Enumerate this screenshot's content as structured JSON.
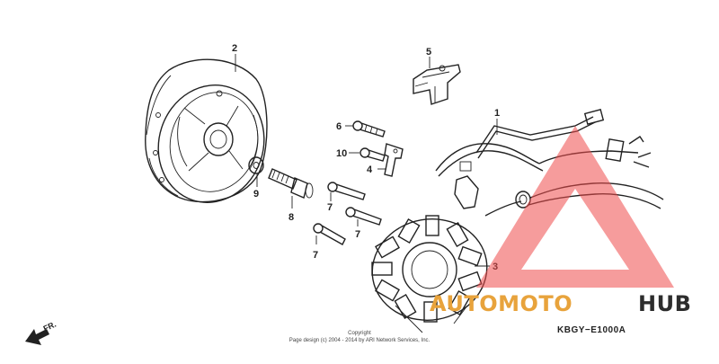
{
  "callouts": {
    "c1": "1",
    "c2": "2",
    "c3": "3",
    "c4": "4",
    "c5": "5",
    "c6": "6",
    "c7a": "7",
    "c7b": "7",
    "c7c": "7",
    "c8": "8",
    "c9": "9",
    "c10": "10"
  },
  "front_marker": "FR.",
  "copyright_line1": "Copyright",
  "copyright_line2": "Page design (c) 2004 - 2014 by ARI Network Services, Inc.",
  "diagram_code": "KBGY−E1000A",
  "watermark": {
    "part1": "AUTOMOTO",
    "part2": "HUB",
    "color_auto": "#e8a33c",
    "color_hub": "#2d2d2d",
    "triangle_color": "#ee4b4b"
  }
}
